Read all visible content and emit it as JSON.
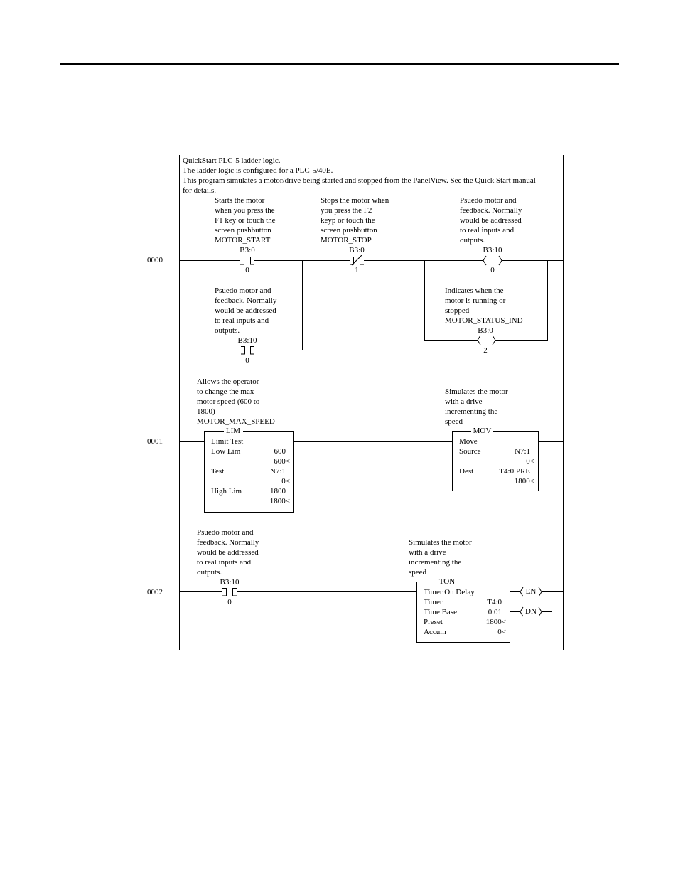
{
  "header": {
    "rule_color": "#000000"
  },
  "ladder": {
    "header_comment": [
      "QuickStart PLC-5 ladder logic.",
      "The ladder logic is configured for a PLC-5/40E.",
      "This program simulates a motor/drive being started and stopped from the PanelView.  See the Quick Start manual",
      "for details."
    ],
    "rung0": {
      "number": "0000",
      "start": {
        "comment": [
          "Starts the motor",
          "when you press the",
          "F1 key or touch the",
          "screen pushbutton",
          "MOTOR_START"
        ],
        "address": "B3:0",
        "bit": "0"
      },
      "stop": {
        "comment": [
          "Stops the motor when",
          "you press the F2",
          "keyp or touch the",
          "screen pushbutton",
          "MOTOR_STOP"
        ],
        "address": "B3:0",
        "bit": "1"
      },
      "motor_out": {
        "comment": [
          "Psuedo motor and",
          "feedback.  Normally",
          "would be addressed",
          "to real inputs and",
          "outputs."
        ],
        "address": "B3:10",
        "bit": "0"
      },
      "seal_in": {
        "comment": [
          "Psuedo motor and",
          "feedback.  Normally",
          "would be addressed",
          "to real inputs and",
          "outputs."
        ],
        "address": "B3:10",
        "bit": "0"
      },
      "status_out": {
        "comment": [
          "Indicates when the",
          "motor is running or",
          "stopped",
          "MOTOR_STATUS_IND"
        ],
        "address": "B3:0",
        "bit": "2"
      }
    },
    "rung1": {
      "number": "0001",
      "lim": {
        "comment": [
          "Allows the operator",
          "to change the max",
          "motor speed (600 to",
          "1800)",
          "MOTOR_MAX_SPEED"
        ],
        "name": "LIM",
        "title": "Limit Test",
        "low_label": "Low Lim",
        "low_value": "600",
        "low_live": "600<",
        "test_label": "Test",
        "test_value": "N7:1",
        "test_live": "0<",
        "high_label": "High Lim",
        "high_value": "1800",
        "high_live": "1800<"
      },
      "mov": {
        "comment": [
          "Simulates the motor",
          "with a drive",
          "incrementing the",
          "speed"
        ],
        "name": "MOV",
        "title": "Move",
        "source_label": "Source",
        "source_value": "N7:1",
        "source_live": "0<",
        "dest_label": "Dest",
        "dest_value": "T4:0.PRE",
        "dest_live": "1800<"
      }
    },
    "rung2": {
      "number": "0002",
      "contact": {
        "comment": [
          "Psuedo motor and",
          "feedback.  Normally",
          "would be addressed",
          "to real inputs and",
          "outputs."
        ],
        "address": "B3:10",
        "bit": "0"
      },
      "ton": {
        "comment": [
          "Simulates the motor",
          "with a drive",
          "incrementing the",
          "speed"
        ],
        "name": "TON",
        "title": "Timer On Delay",
        "timer_label": "Timer",
        "timer_value": "T4:0",
        "base_label": "Time Base",
        "base_value": "0.01",
        "preset_label": "Preset",
        "preset_value": "1800<",
        "accum_label": "Accum",
        "accum_value": "0<",
        "en": "EN",
        "dn": "DN"
      }
    }
  }
}
